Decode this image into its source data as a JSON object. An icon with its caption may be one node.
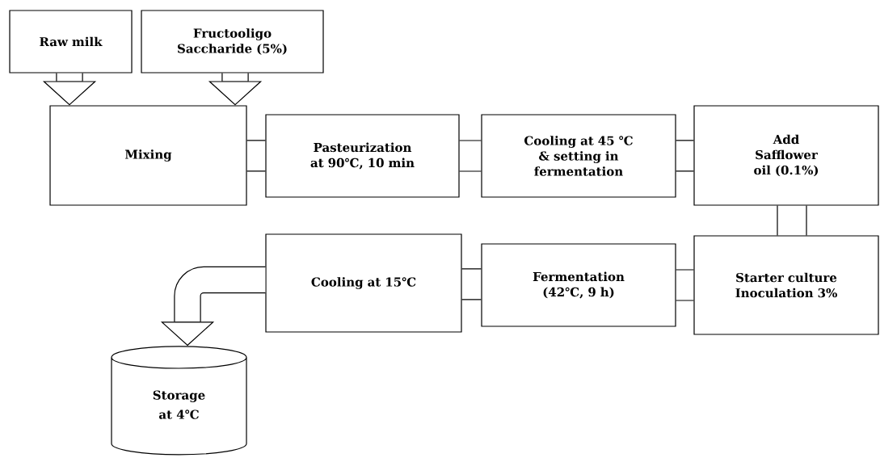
{
  "diagram": {
    "nodes": [
      {
        "text": [
          "Raw milk"
        ]
      },
      {
        "text": [
          "Fructooligo Saccharide (5%)"
        ]
      },
      {
        "text": [
          "Mixing"
        ]
      },
      {
        "text": [
          "Pasteurization at 90℃, 10 min"
        ]
      },
      {
        "text": [
          "Cooling at 45 ℃ & setting in fermentation"
        ]
      },
      {
        "text": [
          "Add Safflower oil (0.1%)"
        ]
      },
      {
        "text": [
          "Starter culture Inoculation 3%"
        ]
      },
      {
        "text": [
          "Fermentation (42℃, 9 h)"
        ]
      },
      {
        "text": [
          "Cooling at 15℃"
        ]
      },
      {
        "text": [
          "Storage",
          "at 4℃"
        ]
      }
    ],
    "edges": [
      {
        "from": 0,
        "to": 2,
        "arrow": "to",
        "style": "thick"
      },
      {
        "from": 1,
        "to": 2,
        "arrow": "to",
        "style": "thick"
      },
      {
        "from": 2,
        "to": 3,
        "arrow": "none"
      },
      {
        "from": 3,
        "to": 4,
        "arrow": "none"
      },
      {
        "from": 4,
        "to": 5,
        "arrow": "none"
      },
      {
        "from": 5,
        "to": 6,
        "arrow": "none"
      },
      {
        "from": 6,
        "to": 7,
        "arrow": "none"
      },
      {
        "from": 7,
        "to": 8,
        "arrow": "none"
      },
      {
        "from": 8,
        "to": 9,
        "arrow": "to",
        "style": "thick"
      }
    ]
  }
}
